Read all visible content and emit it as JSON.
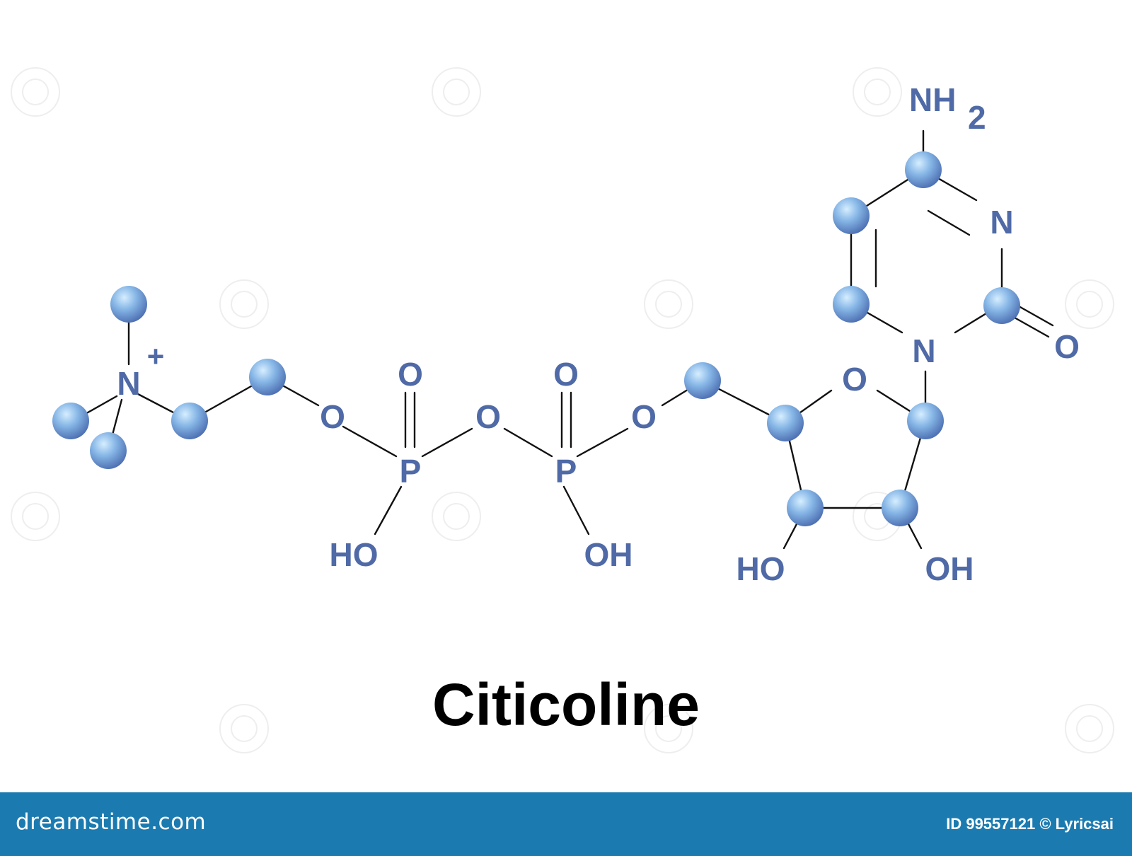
{
  "molecule": {
    "name": "Citicoline",
    "atom_color": "#4f6aa6",
    "bond_color": "#111111",
    "sphere_light": "#bfe1fb",
    "sphere_mid": "#79a9de",
    "sphere_dark": "#4c6fb1",
    "atoms": [
      {
        "id": "n_plus",
        "label": "N",
        "charge": "+"
      },
      {
        "id": "o_ester1",
        "label": "O"
      },
      {
        "id": "p1",
        "label": "P"
      },
      {
        "id": "p1_double_o",
        "label": "O"
      },
      {
        "id": "p1_oh",
        "label": "HO"
      },
      {
        "id": "o_bridge",
        "label": "O"
      },
      {
        "id": "p2",
        "label": "P"
      },
      {
        "id": "p2_double_o",
        "label": "O"
      },
      {
        "id": "p2_oh",
        "label": "OH"
      },
      {
        "id": "o_ester2",
        "label": "O"
      },
      {
        "id": "o_ring",
        "label": "O"
      },
      {
        "id": "c2_oh",
        "label": "HO"
      },
      {
        "id": "c3_oh",
        "label": "OH"
      },
      {
        "id": "n1",
        "label": "N"
      },
      {
        "id": "n3",
        "label": "N"
      },
      {
        "id": "o_carbonyl",
        "label": "O"
      },
      {
        "id": "amine",
        "label": "NH",
        "subscript": "2"
      }
    ]
  },
  "footer": {
    "brand": "dreamstime.com",
    "id_text": "ID 99557121 © Lyricsai",
    "color": "#1b7bb0"
  }
}
